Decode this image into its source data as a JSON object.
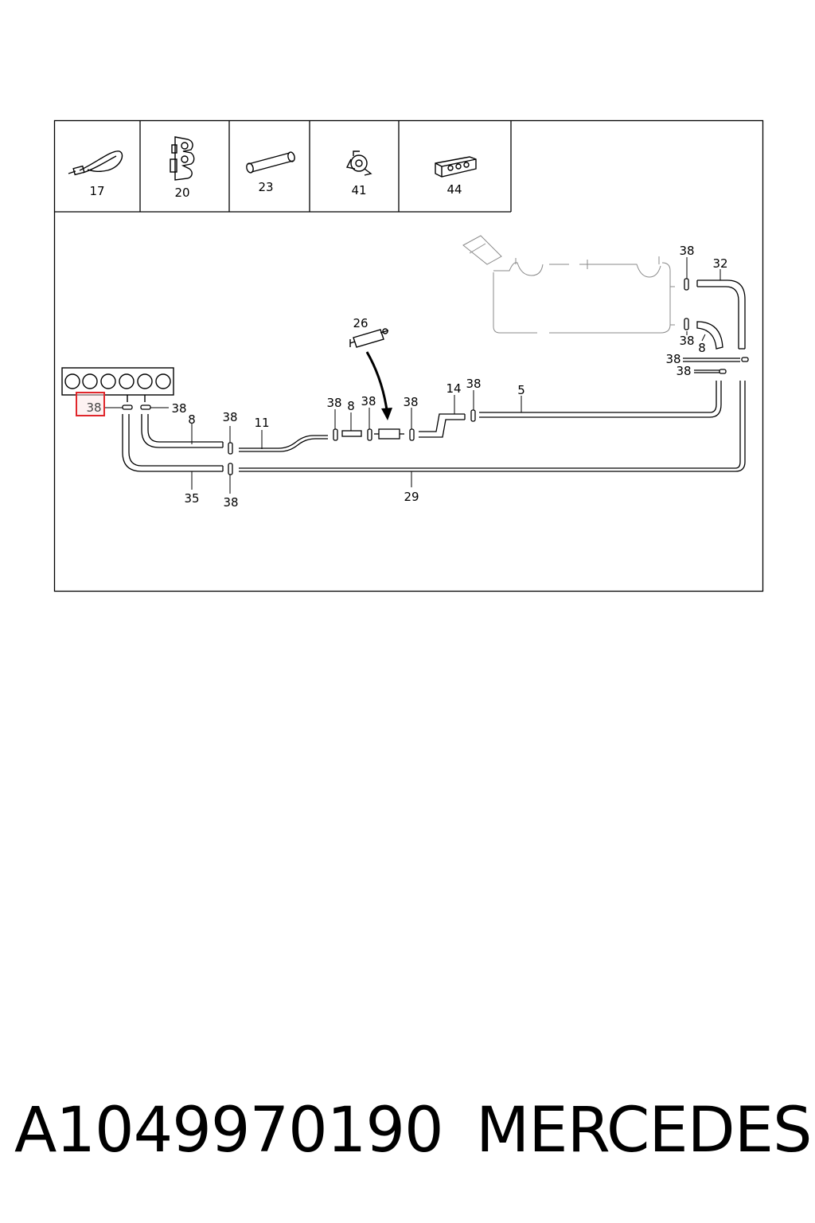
{
  "legend_parts": [
    "17",
    "20",
    "23",
    "41",
    "44"
  ],
  "callouts": {
    "c38_hl": "38",
    "c38_a": "38",
    "c8_a": "8",
    "c38_b": "38",
    "c11": "11",
    "c35": "35",
    "c38_c": "38",
    "c29": "29",
    "c38_d": "38",
    "c8_b": "8",
    "c38_e": "38",
    "c26": "26",
    "c38_f": "38",
    "c14": "14",
    "c38_g": "38",
    "c5": "5",
    "c38_h": "38",
    "c32": "32",
    "c38_i": "38",
    "c8_c": "8",
    "c38_j": "38",
    "c38_k": "38"
  },
  "highlight_color": "#e0262b",
  "footer": {
    "part_number": "A1049970190",
    "brand": "MERCEDES"
  }
}
